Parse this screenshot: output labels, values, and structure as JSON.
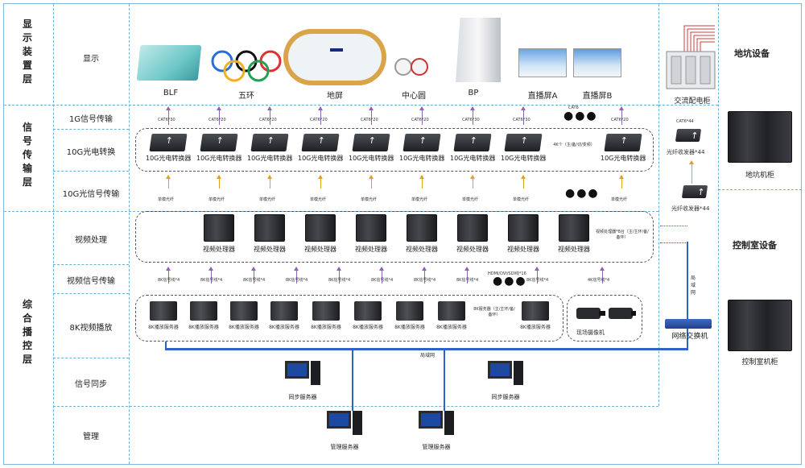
{
  "layers": [
    {
      "name": "显示装置层",
      "chars": [
        "显",
        "示",
        "装",
        "置",
        "层"
      ]
    },
    {
      "name": "信号传输层",
      "chars": [
        "信",
        "号",
        "传",
        "输",
        "层"
      ]
    },
    {
      "name": "综合播控层",
      "chars": [
        "综",
        "合",
        "播",
        "控",
        "层"
      ]
    }
  ],
  "rows": {
    "display": "显示",
    "signal_1g": "1G信号传输",
    "converter_10g": "10G光电转换",
    "optical_10g": "10G光信号传输",
    "video_proc": "视频处理",
    "video_signal": "视频信号传输",
    "playback_8k": "8K视频播放",
    "sync": "信号同步",
    "manage": "管理"
  },
  "displays": [
    {
      "id": "blf",
      "label": "BLF"
    },
    {
      "id": "rings",
      "label": "五环"
    },
    {
      "id": "floor",
      "label": "地屏"
    },
    {
      "id": "center",
      "label": "中心圆"
    },
    {
      "id": "bp",
      "label": "BP"
    },
    {
      "id": "liveA",
      "label": "直播屏A"
    },
    {
      "id": "liveB",
      "label": "直播屏B"
    }
  ],
  "cat6": {
    "labels": [
      "CAT6*30",
      "CAT6*20",
      "CAT6*20",
      "CAT6*20",
      "CAT6*20",
      "CAT6*20",
      "CAT6*30",
      "CAT6*30",
      "CAT6",
      "CAT6*20"
    ]
  },
  "converter": {
    "label": "10G光电转换器",
    "note": "4K个（主/备/切/变频）"
  },
  "fiber": {
    "label": "单模光纤"
  },
  "video_processor": {
    "labels": [
      "视频处理器",
      "视频处理器",
      "视频处理器",
      "视频处理器",
      "视频处理器",
      "视频处理器",
      "视频处理器",
      "视频处理器"
    ],
    "note": "视频处理器*8台（主/主环/备/备环）"
  },
  "video_sig": {
    "labels": [
      "8K信号线*4",
      "8K信号线*4",
      "8K信号线*4",
      "8K信号线*4",
      "8K信号线*4",
      "8K信号线*4",
      "8K信号线*4",
      "8K信号线*4"
    ],
    "mid_note": "HDMI/DVI/SDI线*16",
    "right_note": "4K信号线*4"
  },
  "playback": {
    "server_label": "8K播放服务器",
    "note": "8K服务器（主/主环/备/备环）",
    "last_label": "8K播放服务器",
    "camera_label": "现场摄像机"
  },
  "lan": {
    "label": "局域网"
  },
  "sync_servers": [
    "同步服务器",
    "同步服务器"
  ],
  "manage_servers": [
    "管理服务器",
    "管理服务器"
  ],
  "right": {
    "pit_title": "地坑设备",
    "pdu_label": "交流配电柜",
    "transceiver_label": "光纤收发器*44",
    "pit_rack_label": "地坑机柜",
    "control_title": "控制室设备",
    "switch_label": "网络交换机",
    "control_rack_label": "控制室机柜",
    "lan_label": "局域网",
    "cat6_note": "CAT6*44"
  },
  "colors": {
    "bus": "#2f63c8",
    "arrow": "#8e63b5",
    "fiber_arrow": "#e0a020",
    "grid": "#6fb0d8"
  }
}
